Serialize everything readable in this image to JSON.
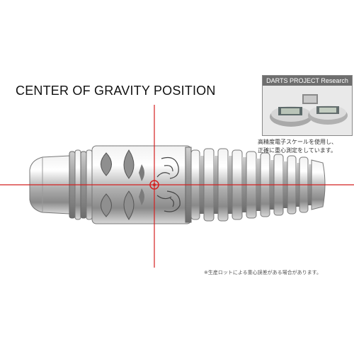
{
  "title": "CENTER OF GRAVITY POSITION",
  "research_panel": {
    "header": "DARTS PROJECT Research",
    "caption_line1": "高精度電子スケールを使用し、",
    "caption_line2": "正確に重心測定をしています。"
  },
  "footnote": "※生産ロットによる重心誤差がある場合があります。",
  "colors": {
    "crosshair": "#d42020",
    "panel_header": "#6e6e6e",
    "dart_metal": "#b8b8b8"
  },
  "icons": {
    "scale": "electronic-scale-icon",
    "target": "center-of-gravity-marker-icon"
  }
}
